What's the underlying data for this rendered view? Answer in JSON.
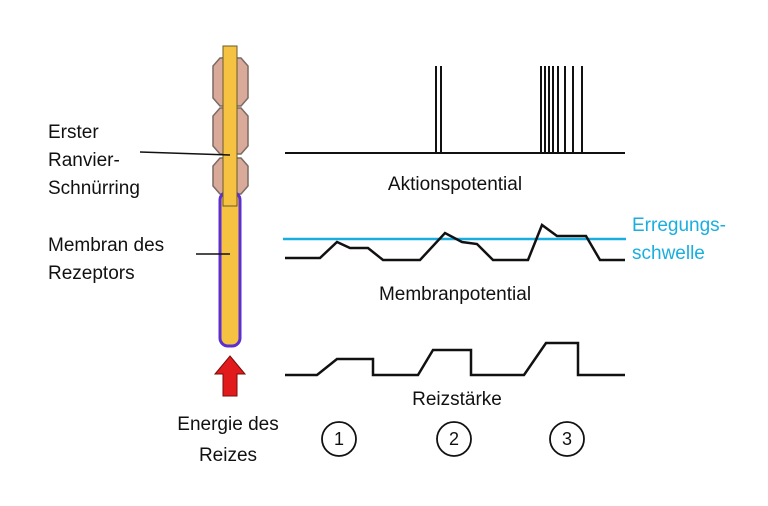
{
  "labels": {
    "node": [
      "Erster",
      "Ranvier-",
      "Schnürring"
    ],
    "membrane": [
      "Membran des",
      "Rezeptors"
    ],
    "energy": [
      "Energie des",
      "Reizes"
    ],
    "action_potential": "Aktionspotential",
    "membrane_potential": "Membranpotential",
    "stimulus": "Reizstärke",
    "threshold": [
      "Erregungs-",
      "schwelle"
    ]
  },
  "markers": [
    "1",
    "2",
    "3"
  ],
  "colors": {
    "threshold": "#1aaee0",
    "axon_fill": "#f5c242",
    "membrane_stroke": "#5b2fd0",
    "myelin": "#d9a99a",
    "arrow": "#e11b1b",
    "trace": "#111111"
  }
}
